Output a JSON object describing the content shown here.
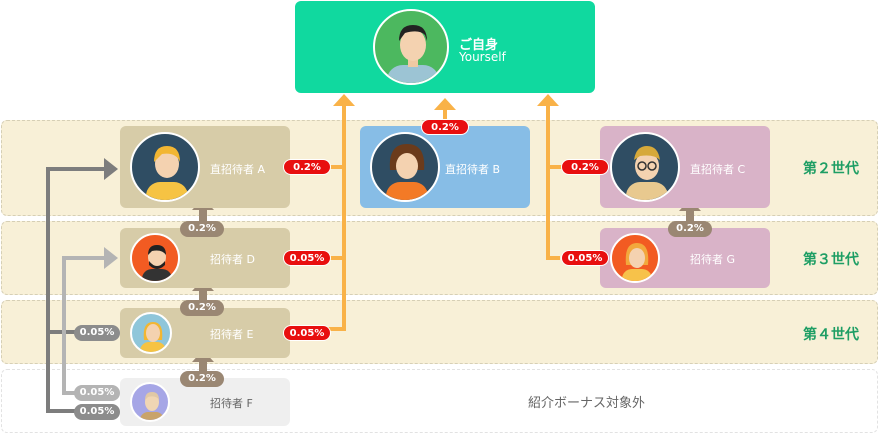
{
  "top": {
    "jp": "ご自身",
    "en": "Yourself"
  },
  "generations": {
    "g2": "第２世代",
    "g3": "第３世代",
    "g4": "第４世代"
  },
  "outside_label": "紹介ボーナス対象外",
  "people": {
    "a": "直招待者 A",
    "b": "直招待者 B",
    "c": "直招待者 C",
    "d": "招待者 D",
    "e": "招待者 E",
    "f": "招待者 F",
    "g": "招待者 G"
  },
  "rates": {
    "a_red": "0.2%",
    "b_red": "0.2%",
    "c_red": "0.2%",
    "d_red": "0.05%",
    "g_red": "0.05%",
    "e_red": "0.05%",
    "d_to_a": "0.2%",
    "e_to_d": "0.2%",
    "f_to_e": "0.2%",
    "g_to_c": "0.2%",
    "e_left": "0.05%",
    "f_left1": "0.05%",
    "f_left2": "0.05%"
  },
  "colors": {
    "top": "#10d99f",
    "orange_arrow": "#f9b248",
    "red_pill": "#e80f0f",
    "generation_text": "#1e9e64"
  }
}
